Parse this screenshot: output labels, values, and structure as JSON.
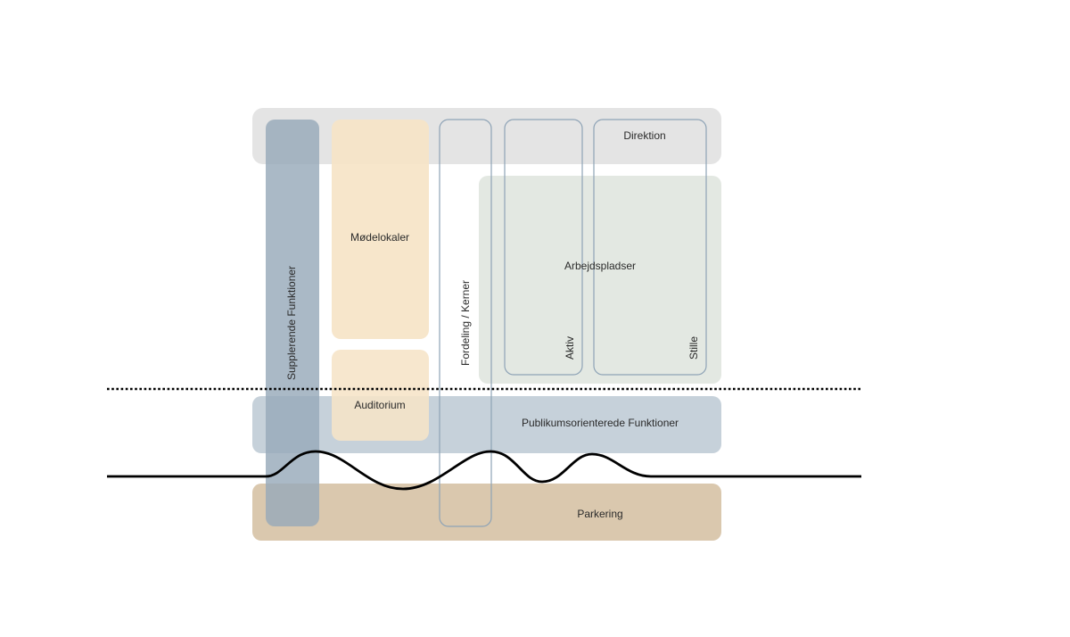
{
  "labels": {
    "direktion": "Direktion",
    "arbejdspladser": "Arbejdspladser",
    "modelokaler": "Mødelokaler",
    "auditorium": "Auditorium",
    "publikum": "Publikumsorienterede Funktioner",
    "parkering": "Parkering",
    "supplerende": "Supplerende Funktioner",
    "fordeling": "Fordeling / Kerner",
    "aktiv": "Aktiv",
    "stille": "Stille"
  },
  "colors": {
    "direktion_band": "#e4e4e4",
    "arbejdspladser": "#e3e8e2",
    "modelokaler": "#f6e4c7",
    "publikum": "#c6d1da",
    "parkering": "#dac8ae",
    "supplerende": "#97aab9",
    "outline": "#8ea3b6",
    "line": "#000000"
  }
}
